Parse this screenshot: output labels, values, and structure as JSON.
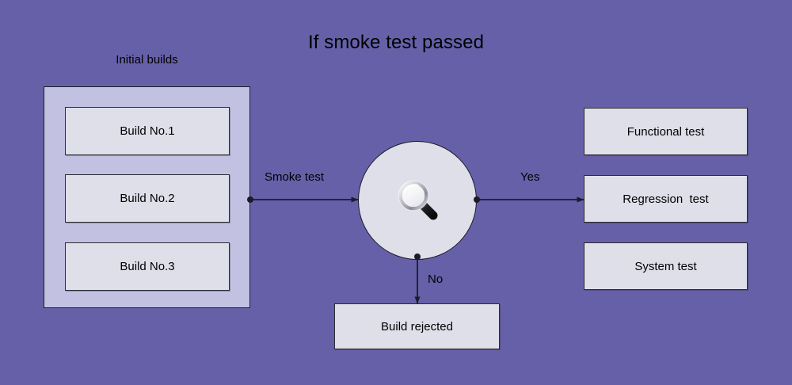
{
  "diagram": {
    "title": "If smoke test passed",
    "background_color": "#6660a8",
    "group": {
      "label": "Initial builds",
      "fill_color": "#c3c1e2",
      "items": [
        {
          "label": "Build No.1"
        },
        {
          "label": "Build No.2"
        },
        {
          "label": "Build No.3"
        }
      ]
    },
    "decision": {
      "icon": "magnifying-glass-icon",
      "fill_color": "#dfdfea"
    },
    "edges": [
      {
        "label": "Smoke test",
        "from": "initial-builds-group",
        "to": "decision-circle"
      },
      {
        "label": "Yes",
        "from": "decision-circle",
        "to": "test-outcomes"
      },
      {
        "label": "No",
        "from": "decision-circle",
        "to": "build-rejected"
      }
    ],
    "outcomes": [
      {
        "label": "Functional test"
      },
      {
        "label": "Regression  test"
      },
      {
        "label": "System test"
      }
    ],
    "rejected": {
      "label": "Build rejected"
    },
    "node_fill_color": "#dfdfea",
    "stroke_color": "#1b1b2b"
  }
}
